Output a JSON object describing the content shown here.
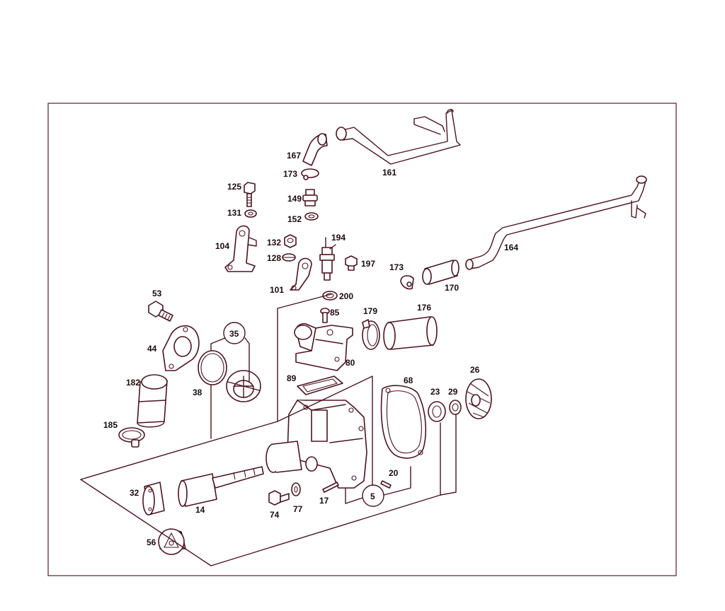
{
  "diagram": {
    "colors": {
      "stroke": "#4a1420",
      "text": "#1a0a0e",
      "background": "#ffffff"
    },
    "labels": {
      "l161": "161",
      "l167": "167",
      "l173a": "173",
      "l149": "149",
      "l152": "152",
      "l125": "125",
      "l131": "131",
      "l104": "104",
      "l132": "132",
      "l194": "194",
      "l128": "128",
      "l197": "197",
      "l101": "101",
      "l200": "200",
      "l164": "164",
      "l173b": "173",
      "l170": "170",
      "l53": "53",
      "l85": "85",
      "l179": "179",
      "l176": "176",
      "l35": "35",
      "l44": "44",
      "l80": "80",
      "l182": "182",
      "l38": "38",
      "l89": "89",
      "l68": "68",
      "l26": "26",
      "l23": "23",
      "l29": "29",
      "l185": "185",
      "l20": "20",
      "l32": "32",
      "l14": "14",
      "l74": "74",
      "l77": "77",
      "l17": "17",
      "l5": "5",
      "l56": "56"
    }
  }
}
